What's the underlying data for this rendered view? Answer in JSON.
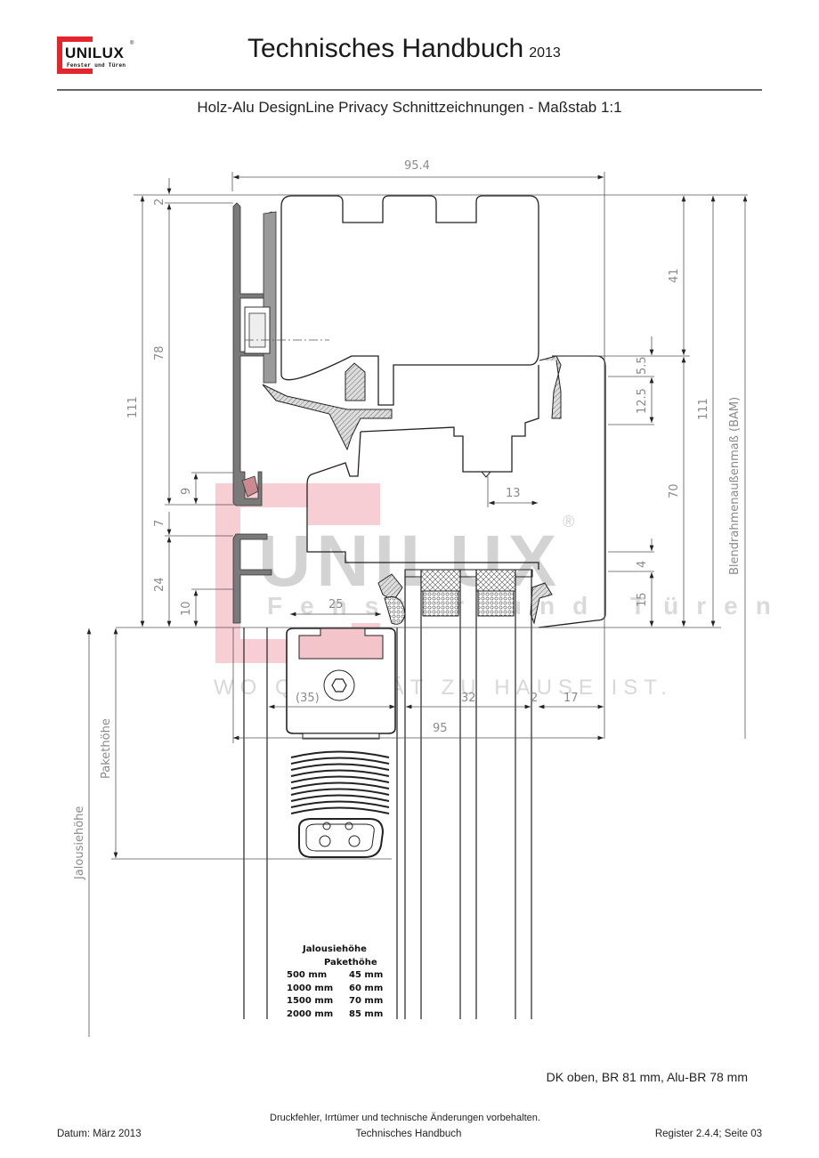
{
  "header": {
    "logo": {
      "word": "UNILUX",
      "registered": "®",
      "tagline": "Fenster und Türen",
      "brand_color": "#e3262b"
    },
    "title": "Technisches Handbuch",
    "year": "2013",
    "subtitle": "Holz-Alu DesignLine Privacy Schnittzeichnungen - Maßstab 1:1"
  },
  "drawing": {
    "dimensions": {
      "top_width": "95.4",
      "left_total": "111",
      "left_top_gap": "2",
      "left_sash": "78",
      "left_9": "9",
      "left_7": "7",
      "left_24": "24",
      "left_10": "10",
      "right_41": "41",
      "right_5_5": "5.5",
      "right_12_5": "12.5",
      "right_70": "70",
      "right_111": "111",
      "right_4": "4",
      "right_15": "15",
      "inner_13": "13",
      "inner_25": "25",
      "bottom_35": "(35)",
      "bottom_32": "32",
      "bottom_2": "2",
      "bottom_17": "17",
      "bottom_95": "95",
      "label_bam": "Blendrahmenaußenmaß (BAM)",
      "label_paket": "Pakethöhe",
      "label_jalousie": "Jalousiehöhe"
    },
    "watermark": {
      "word": "UNILUX",
      "registered": "®",
      "tagline": "Fenster und Türen",
      "slogan": "WO QUALITÄT ZU HAUSE IST."
    }
  },
  "legend_table": {
    "header_1": "Jalousiehöhe",
    "header_2": "Pakethöhe",
    "rows": [
      {
        "jalousie": "500 mm",
        "paket": "45 mm"
      },
      {
        "jalousie": "1000 mm",
        "paket": "60 mm"
      },
      {
        "jalousie": "1500 mm",
        "paket": "70 mm"
      },
      {
        "jalousie": "2000 mm",
        "paket": "85 mm"
      }
    ]
  },
  "caption": "DK oben, BR 81 mm, Alu-BR 78 mm",
  "footer": {
    "disclaimer": "Druckfehler, Irrtümer und technische Änderungen vorbehalten.",
    "date": "Datum: März 2013",
    "center": "Technisches Handbuch",
    "register": "Register 2.4.4; Seite 03"
  }
}
